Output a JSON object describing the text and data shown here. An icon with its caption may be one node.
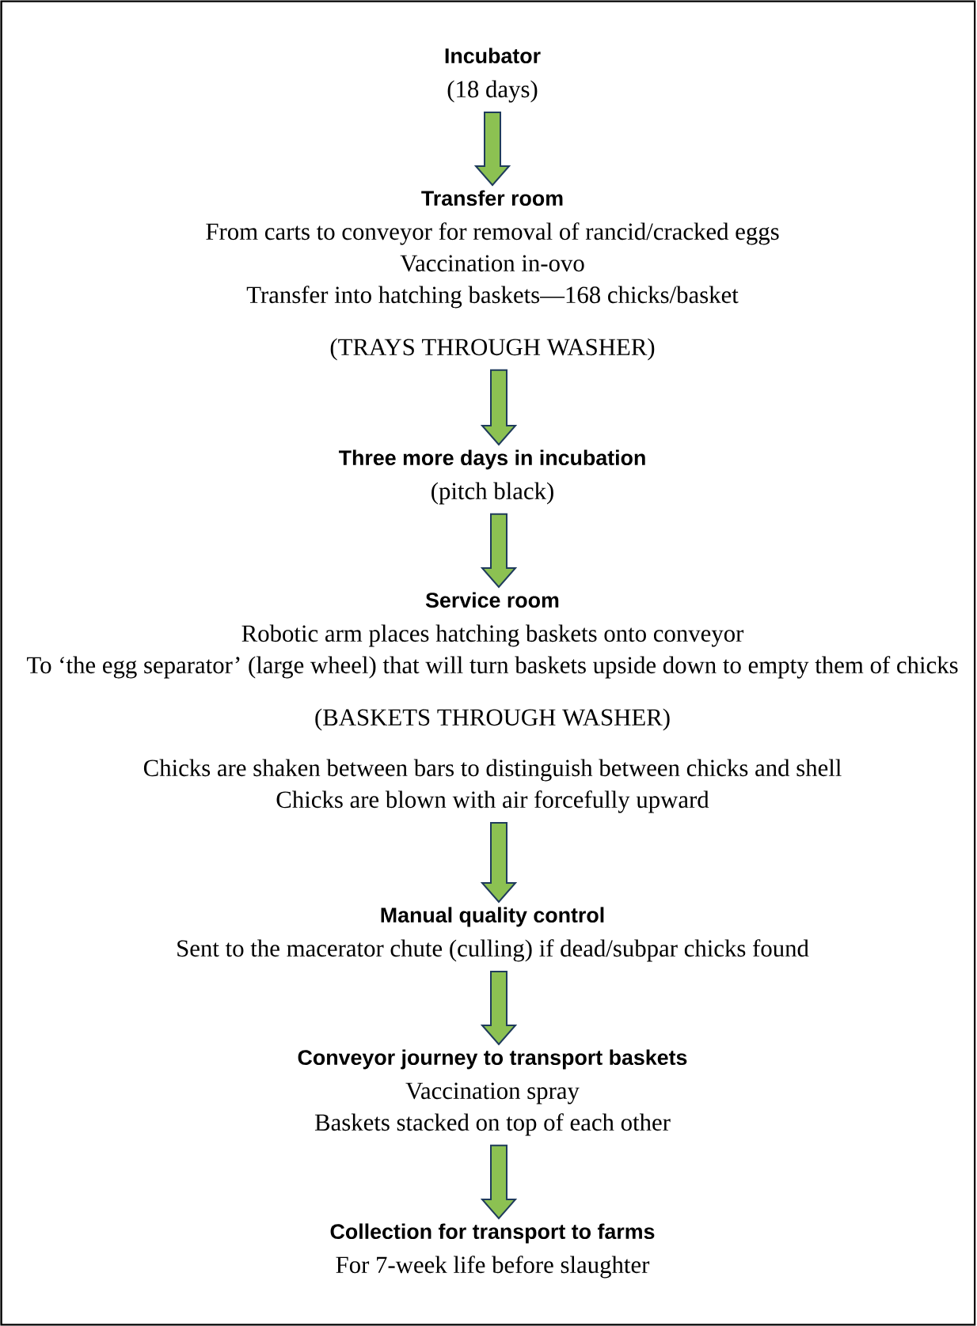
{
  "diagram": {
    "nodes": [
      {
        "text": [
          "Incubator",
          "(18 days)"
        ]
      },
      {
        "text": [
          "Transfer room",
          "From carts to conveyor for removal of rancid/cracked eggs",
          "Vaccination in-ovo",
          "Transfer into hatching baskets—168 chicks/basket",
          "(TRAYS THROUGH WASHER)"
        ]
      },
      {
        "text": [
          "Three more days in incubation",
          "(pitch black)"
        ]
      },
      {
        "text": [
          "Service room",
          "Robotic arm places hatching baskets onto conveyor",
          "To ‘the egg separator’ (large wheel) that will turn baskets upside down to empty them of chicks",
          "(BASKETS THROUGH WASHER)",
          "Chicks are shaken between bars to distinguish between chicks and shell",
          "Chicks are blown with air forcefully upward"
        ]
      },
      {
        "text": [
          "Manual quality control",
          "Sent to the macerator chute (culling) if dead/subpar chicks found"
        ]
      },
      {
        "text": [
          "Conveyor journey to transport baskets",
          "Vaccination spray",
          "Baskets stacked on top of each other"
        ]
      },
      {
        "text": [
          "Collection for transport to farms",
          "For 7-week life before slaughter"
        ]
      }
    ],
    "edges": [
      {
        "from": 0,
        "to": 1,
        "arrow": "to"
      },
      {
        "from": 1,
        "to": 2,
        "arrow": "to"
      },
      {
        "from": 2,
        "to": 3,
        "arrow": "to"
      },
      {
        "from": 3,
        "to": 4,
        "arrow": "to"
      },
      {
        "from": 4,
        "to": 5,
        "arrow": "to"
      },
      {
        "from": 5,
        "to": 6,
        "arrow": "to"
      }
    ]
  }
}
